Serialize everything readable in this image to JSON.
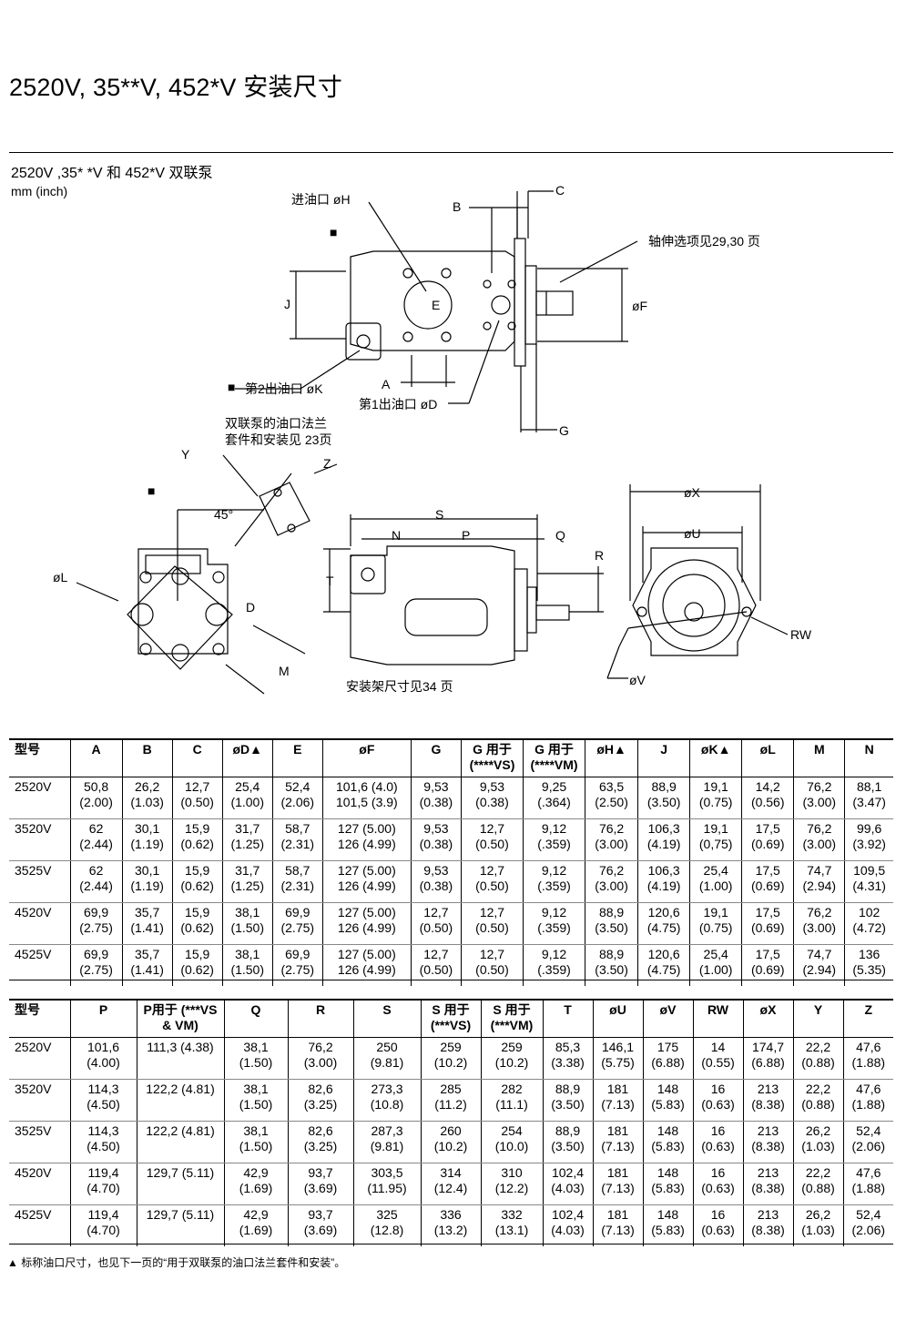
{
  "title": "2520V, 35**V, 452*V 安装尺寸",
  "subtitle": "2520V ,35* *V  和  452*V 双联泵",
  "units": "mm  (inch)",
  "drawing_labels": {
    "inlet": "进油口 øH",
    "outlet2": "第2出油口 øK",
    "outlet1": "第1出油口 øD",
    "shaft_note": "轴伸选项见29,30 页",
    "flange_note_1": "双联泵的油口法兰",
    "flange_note_2": "套件和安装见 23页",
    "mount_note": "安装架尺寸见34 页",
    "angle": "45°",
    "B": "B",
    "C": "C",
    "J": "J",
    "E": "E",
    "F": "øF",
    "A": "A",
    "G": "G",
    "Y": "Y",
    "Z": "Z",
    "L": "øL",
    "D": "D",
    "M": "M",
    "S": "S",
    "N": "N",
    "P": "P",
    "Q": "Q",
    "R": "R",
    "T": "T",
    "X": "øX",
    "U": "øU",
    "RW": "RW",
    "V": "øV",
    "square": "■"
  },
  "table1": {
    "headers": [
      [
        "型号"
      ],
      [
        "A"
      ],
      [
        "B"
      ],
      [
        "C"
      ],
      [
        "øD▲"
      ],
      [
        "E"
      ],
      [
        "øF"
      ],
      [
        "G"
      ],
      [
        "G 用于",
        "(****VS)"
      ],
      [
        "G 用于",
        "(****VM)"
      ],
      [
        "øH▲"
      ],
      [
        "J"
      ],
      [
        "øK▲"
      ],
      [
        "øL"
      ],
      [
        "M"
      ],
      [
        "N"
      ]
    ],
    "rows": [
      [
        [
          "2520V"
        ],
        [
          "50,8",
          "(2.00)"
        ],
        [
          "26,2",
          "(1.03)"
        ],
        [
          "12,7",
          "(0.50)"
        ],
        [
          "25,4",
          "(1.00)"
        ],
        [
          "52,4",
          "(2.06)"
        ],
        [
          "101,6 (4.0)",
          "101,5 (3.9)"
        ],
        [
          "9,53",
          "(0.38)"
        ],
        [
          "9,53",
          "(0.38)"
        ],
        [
          "9,25",
          "(.364)"
        ],
        [
          "63,5",
          "(2.50)"
        ],
        [
          "88,9",
          "(3.50)"
        ],
        [
          "19,1",
          "(0.75)"
        ],
        [
          "14,2",
          "(0.56)"
        ],
        [
          "76,2",
          "(3.00)"
        ],
        [
          "88,1",
          "(3.47)"
        ]
      ],
      [
        [
          "3520V"
        ],
        [
          "62",
          "(2.44)"
        ],
        [
          "30,1",
          "(1.19)"
        ],
        [
          "15,9",
          "(0.62)"
        ],
        [
          "31,7",
          "(1.25)"
        ],
        [
          "58,7",
          "(2.31)"
        ],
        [
          "127 (5.00)",
          "126 (4.99)"
        ],
        [
          "9,53",
          "(0.38)"
        ],
        [
          "12,7",
          "(0.50)"
        ],
        [
          "9,12",
          "(.359)"
        ],
        [
          "76,2",
          "(3.00)"
        ],
        [
          "106,3",
          "(4.19)"
        ],
        [
          "19,1",
          "(0,75)"
        ],
        [
          "17,5",
          "(0.69)"
        ],
        [
          "76,2",
          "(3.00)"
        ],
        [
          "99,6",
          "(3.92)"
        ]
      ],
      [
        [
          "3525V"
        ],
        [
          "62",
          "(2.44)"
        ],
        [
          "30,1",
          "(1.19)"
        ],
        [
          "15,9",
          "(0.62)"
        ],
        [
          "31,7",
          "(1.25)"
        ],
        [
          "58,7",
          "(2.31)"
        ],
        [
          "127 (5.00)",
          "126 (4.99)"
        ],
        [
          "9,53",
          "(0.38)"
        ],
        [
          "12,7",
          "(0.50)"
        ],
        [
          "9,12",
          "(.359)"
        ],
        [
          "76,2",
          "(3.00)"
        ],
        [
          "106,3",
          "(4.19)"
        ],
        [
          "25,4",
          "(1.00)"
        ],
        [
          "17,5",
          "(0.69)"
        ],
        [
          "74,7",
          "(2.94)"
        ],
        [
          "109,5",
          "(4.31)"
        ]
      ],
      [
        [
          "4520V"
        ],
        [
          "69,9",
          "(2.75)"
        ],
        [
          "35,7",
          "(1.41)"
        ],
        [
          "15,9",
          "(0.62)"
        ],
        [
          "38,1",
          "(1.50)"
        ],
        [
          "69,9",
          "(2.75)"
        ],
        [
          "127 (5.00)",
          "126 (4.99)"
        ],
        [
          "12,7",
          "(0.50)"
        ],
        [
          "12,7",
          "(0.50)"
        ],
        [
          "9,12",
          "(.359)"
        ],
        [
          "88,9",
          "(3.50)"
        ],
        [
          "120,6",
          "(4.75)"
        ],
        [
          "19,1",
          "(0.75)"
        ],
        [
          "17,5",
          "(0.69)"
        ],
        [
          "76,2",
          "(3.00)"
        ],
        [
          "102",
          "(4.72)"
        ]
      ],
      [
        [
          "4525V"
        ],
        [
          "69,9",
          "(2.75)"
        ],
        [
          "35,7",
          "(1.41)"
        ],
        [
          "15,9",
          "(0.62)"
        ],
        [
          "38,1",
          "(1.50)"
        ],
        [
          "69,9",
          "(2.75)"
        ],
        [
          "127 (5.00)",
          "126 (4.99)"
        ],
        [
          "12,7",
          "(0.50)"
        ],
        [
          "12,7",
          "(0.50)"
        ],
        [
          "9,12",
          "(.359)"
        ],
        [
          "88,9",
          "(3.50)"
        ],
        [
          "120,6",
          "(4.75)"
        ],
        [
          "25,4",
          "(1.00)"
        ],
        [
          "17,5",
          "(0.69)"
        ],
        [
          "74,7",
          "(2.94)"
        ],
        [
          "136",
          "(5.35)"
        ]
      ]
    ]
  },
  "table2": {
    "headers": [
      [
        "型号"
      ],
      [
        "P"
      ],
      [
        "P用于  (***VS",
        "& VM)"
      ],
      [
        "Q"
      ],
      [
        "R"
      ],
      [
        "S"
      ],
      [
        "S 用于",
        "(***VS)"
      ],
      [
        "S 用于",
        "(***VM)"
      ],
      [
        "T"
      ],
      [
        "øU"
      ],
      [
        "øV"
      ],
      [
        "RW"
      ],
      [
        "øX"
      ],
      [
        "Y"
      ],
      [
        "Z"
      ]
    ],
    "rows": [
      [
        [
          "2520V"
        ],
        [
          "101,6",
          "(4.00)"
        ],
        [
          "111,3 (4.38)"
        ],
        [
          "38,1",
          "(1.50)"
        ],
        [
          "76,2",
          "(3.00)"
        ],
        [
          "250",
          "(9.81)"
        ],
        [
          "259",
          "(10.2)"
        ],
        [
          "259",
          "(10.2)"
        ],
        [
          "85,3",
          "(3.38)"
        ],
        [
          "146,1",
          "(5.75)"
        ],
        [
          "175",
          "(6.88)"
        ],
        [
          "14",
          "(0.55)"
        ],
        [
          "174,7",
          "(6.88)"
        ],
        [
          "22,2",
          "(0.88)"
        ],
        [
          "47,6",
          "(1.88)"
        ]
      ],
      [
        [
          "3520V"
        ],
        [
          "114,3",
          "(4.50)"
        ],
        [
          "122,2 (4.81)"
        ],
        [
          "38,1",
          "(1.50)"
        ],
        [
          "82,6",
          "(3.25)"
        ],
        [
          "273,3",
          "(10.8)"
        ],
        [
          "285",
          "(11.2)"
        ],
        [
          "282",
          "(11.1)"
        ],
        [
          "88,9",
          "(3.50)"
        ],
        [
          "181",
          "(7.13)"
        ],
        [
          "148",
          "(5.83)"
        ],
        [
          "16",
          "(0.63)"
        ],
        [
          "213",
          "(8.38)"
        ],
        [
          "22,2",
          "(0.88)"
        ],
        [
          "47,6",
          "(1.88)"
        ]
      ],
      [
        [
          "3525V"
        ],
        [
          "114,3",
          "(4.50)"
        ],
        [
          "122,2 (4.81)"
        ],
        [
          "38,1",
          "(1.50)"
        ],
        [
          "82,6",
          "(3.25)"
        ],
        [
          "287,3",
          "(9.81)"
        ],
        [
          "260",
          "(10.2)"
        ],
        [
          "254",
          "(10.0)"
        ],
        [
          "88,9",
          "(3.50)"
        ],
        [
          "181",
          "(7.13)"
        ],
        [
          "148",
          "(5.83)"
        ],
        [
          "16",
          "(0.63)"
        ],
        [
          "213",
          "(8.38)"
        ],
        [
          "26,2",
          "(1.03)"
        ],
        [
          "52,4",
          "(2.06)"
        ]
      ],
      [
        [
          "4520V"
        ],
        [
          "119,4",
          "(4.70)"
        ],
        [
          "129,7 (5.11)"
        ],
        [
          "42,9",
          "(1.69)"
        ],
        [
          "93,7",
          "(3.69)"
        ],
        [
          "303,5",
          "(11.95)"
        ],
        [
          "314",
          "(12.4)"
        ],
        [
          "310",
          "(12.2)"
        ],
        [
          "102,4",
          "(4.03)"
        ],
        [
          "181",
          "(7.13)"
        ],
        [
          "148",
          "(5.83)"
        ],
        [
          "16",
          "(0.63)"
        ],
        [
          "213",
          "(8.38)"
        ],
        [
          "22,2",
          "(0.88)"
        ],
        [
          "47,6",
          "(1.88)"
        ]
      ],
      [
        [
          "4525V"
        ],
        [
          "119,4",
          "(4.70)"
        ],
        [
          "129,7 (5.11)"
        ],
        [
          "42,9",
          "(1.69)"
        ],
        [
          "93,7",
          "(3.69)"
        ],
        [
          "325",
          "(12.8)"
        ],
        [
          "336",
          "(13.2)"
        ],
        [
          "332",
          "(13.1)"
        ],
        [
          "102,4",
          "(4.03)"
        ],
        [
          "181",
          "(7.13)"
        ],
        [
          "148",
          "(5.83)"
        ],
        [
          "16",
          "(0.63)"
        ],
        [
          "213",
          "(8.38)"
        ],
        [
          "26,2",
          "(1.03)"
        ],
        [
          "52,4",
          "(2.06)"
        ]
      ]
    ]
  },
  "footnote": "▲ 标称油口尺寸，也见下一页的“用于双联泵的油口法兰套件和安装”。"
}
